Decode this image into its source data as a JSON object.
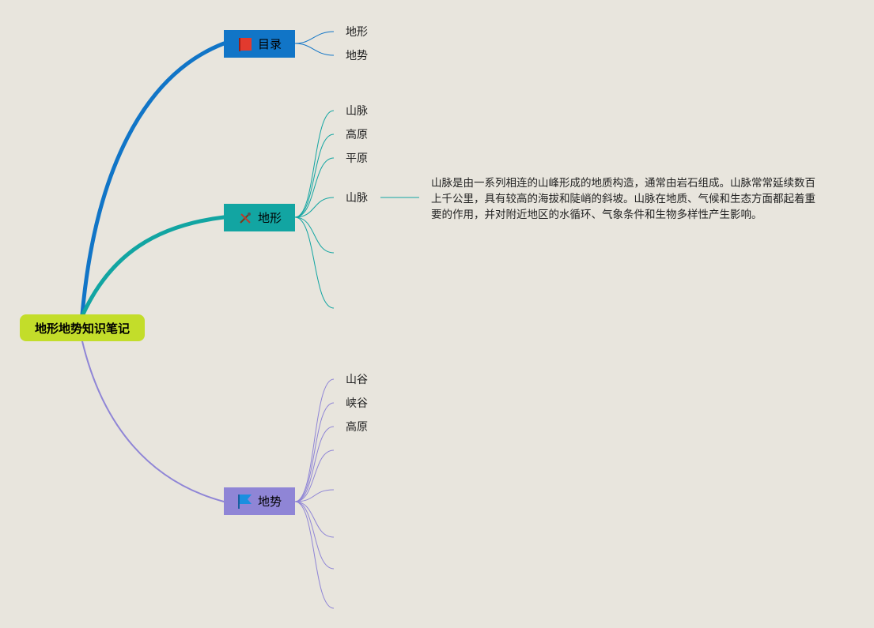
{
  "root": {
    "label": "地形地势知识笔记"
  },
  "branches": {
    "catalog": {
      "label": "目录",
      "icon": "red-flag-icon",
      "color": "#1175c7",
      "children": [
        "地形",
        "地势"
      ]
    },
    "terrain": {
      "label": "地形",
      "icon": "tools-icon",
      "color": "#12a5a2",
      "children": [
        "山脉",
        "高原",
        "平原",
        "山脉",
        "",
        ""
      ]
    },
    "relief": {
      "label": "地势",
      "icon": "blue-flag-icon",
      "color": "#8f85d6",
      "children": [
        "山谷",
        "峡谷",
        "高原",
        "",
        "",
        "",
        "",
        ""
      ]
    }
  },
  "note": {
    "text": "山脉是由一系列相连的山峰形成的地质构造，通常由岩石组成。山脉常常延续数百上千公里，具有较高的海拔和陡峭的斜坡。山脉在地质、气候和生态方面都起着重要的作用，并对附近地区的水循环、气象条件和生物多样性产生影响。"
  }
}
